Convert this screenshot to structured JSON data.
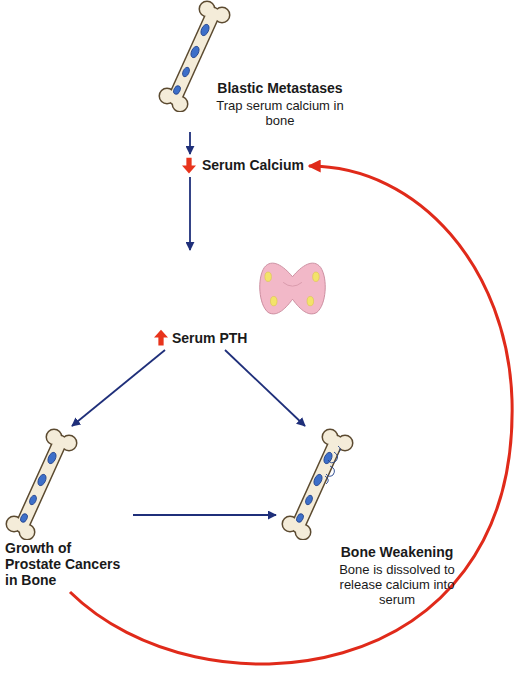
{
  "diagram": {
    "nodes": [
      {
        "text": [
          "Blastic Metastases",
          "Trap serum calcium in bone"
        ]
      },
      {
        "text": [
          "Serum Calcium"
        ]
      },
      {
        "text": [
          "Serum PTH"
        ]
      },
      {
        "text": [
          "Growth of Prostate Cancers in Bone"
        ]
      },
      {
        "text": [
          "Bone Weakening",
          "Bone is dissolved to release calcium into serum"
        ]
      }
    ],
    "edges": [
      {
        "from": 0,
        "to": 1,
        "arrow": "to"
      },
      {
        "from": 1,
        "to": 2,
        "arrow": "to"
      },
      {
        "from": 2,
        "to": 3,
        "arrow": "to"
      },
      {
        "from": 2,
        "to": 4,
        "arrow": "to"
      },
      {
        "from": 3,
        "to": 4,
        "arrow": "to"
      },
      {
        "from": 3,
        "to": 1,
        "arrow": "to"
      }
    ]
  }
}
